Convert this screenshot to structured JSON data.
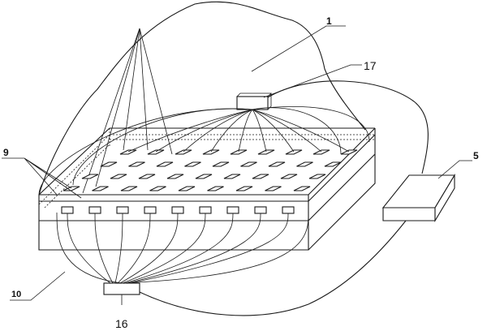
{
  "labels": {
    "l1": "1",
    "l17": "17",
    "l5": "5",
    "l9": "9",
    "l10": "10",
    "l16": "16"
  }
}
